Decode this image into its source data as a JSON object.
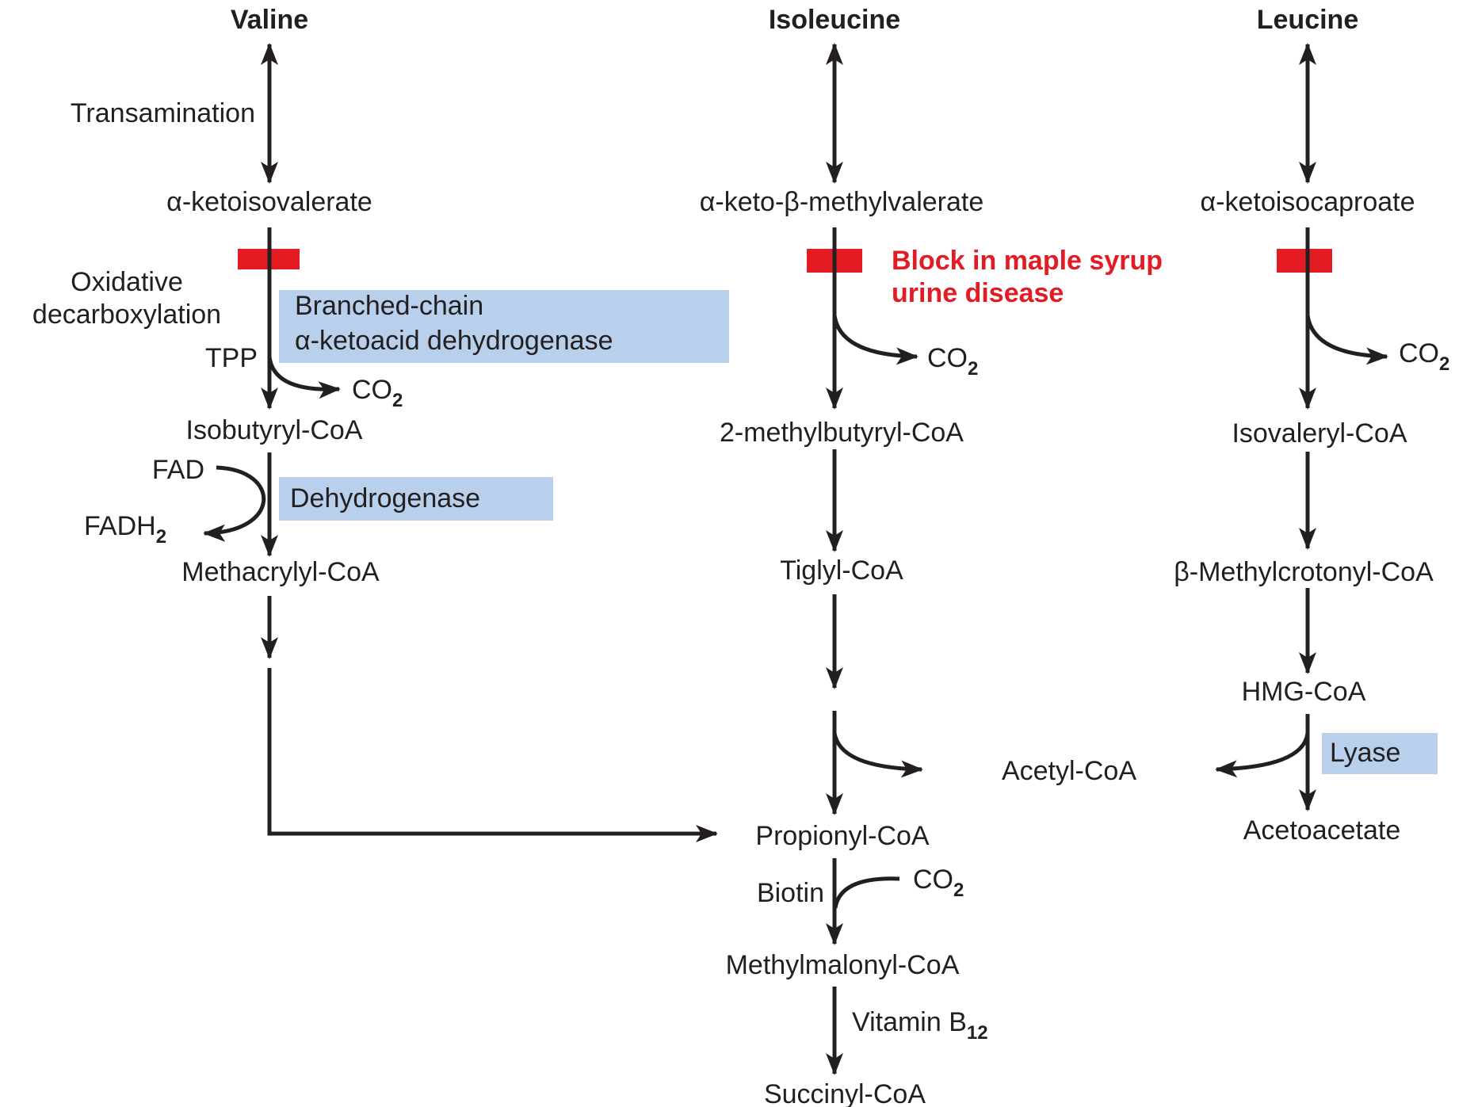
{
  "amino_acids": {
    "valine": "Valine",
    "isoleucine": "Isoleucine",
    "leucine": "Leucine"
  },
  "valine_path": {
    "transamination": "Transamination",
    "keto_acid": "α-ketoisovalerate",
    "oxidative_line1": "Oxidative",
    "oxidative_line2": "decarboxylation",
    "tpp": "TPP",
    "co2": "CO",
    "co2_sub": "2",
    "isobutyryl": "Isobutyryl-CoA",
    "fad": "FAD",
    "fadh": "FADH",
    "fadh_sub": "2",
    "methacrylyl": "Methacrylyl-CoA"
  },
  "isoleucine_path": {
    "keto_acid": "α-keto-β-methylvalerate",
    "co2": "CO",
    "co2_sub": "2",
    "methylbutyryl": "2-methylbutyryl-CoA",
    "tiglyl": "Tiglyl-CoA",
    "acetyl": "Acetyl-CoA",
    "propionyl": "Propionyl-CoA",
    "biotin": "Biotin",
    "co2b": "CO",
    "co2b_sub": "2",
    "methylmalonyl": "Methylmalonyl-CoA",
    "vitamin": "Vitamin B",
    "vitamin_sub": "12",
    "succinyl": "Succinyl-CoA"
  },
  "leucine_path": {
    "keto_acid": "α-ketoisocaproate",
    "co2": "CO",
    "co2_sub": "2",
    "isovaleryl": "Isovaleryl-CoA",
    "methylcrotonyl": "β-Methylcrotonyl-CoA",
    "hmg": "HMG-CoA",
    "acetoacetate": "Acetoacetate"
  },
  "enzymes": {
    "bckd_line1": "Branched-chain",
    "bckd_line2": "α-ketoacid dehydrogenase",
    "dehydrogenase": "Dehydrogenase",
    "lyase": "Lyase"
  },
  "block_note": {
    "line1": "Block in maple syrup",
    "line2": "urine disease"
  },
  "colors": {
    "block": "#e31b23",
    "enzyme_box": "#b8d0ec",
    "line": "#231f20"
  }
}
